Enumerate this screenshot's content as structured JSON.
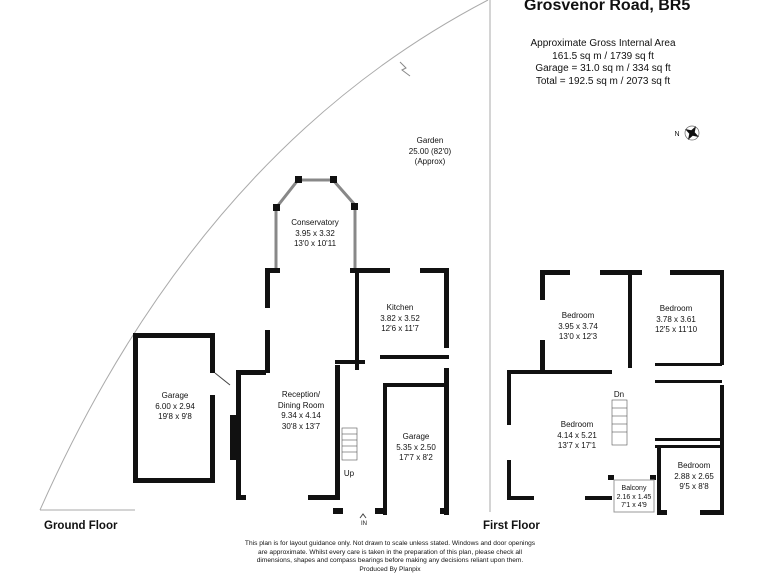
{
  "header": {
    "title": "Grosvenor Road, BR5",
    "area_lines": [
      "Approximate Gross Internal Area",
      "161.5 sq m / 1739 sq ft",
      "Garage = 31.0 sq m / 334 sq ft",
      "Total = 192.5 sq m / 2073 sq ft"
    ]
  },
  "compass": {
    "label": "N"
  },
  "garden": {
    "name": "Garden",
    "metric": "25.00 (82'0)",
    "note": "(Approx)"
  },
  "ground_floor": {
    "label": "Ground Floor",
    "rooms": [
      {
        "name": "Conservatory",
        "metric": "3.95 x 3.32",
        "imperial": "13'0 x 10'11"
      },
      {
        "name": "Kitchen",
        "metric": "3.82 x 3.52",
        "imperial": "12'6 x 11'7"
      },
      {
        "name": "Reception/",
        "name2": "Dining Room",
        "metric": "9.34 x 4.14",
        "imperial": "30'8 x 13'7"
      },
      {
        "name": "Garage",
        "metric": "5.35 x 2.50",
        "imperial": "17'7 x 8'2"
      },
      {
        "name": "Garage",
        "metric": "6.00 x 2.94",
        "imperial": "19'8 x 9'8"
      }
    ],
    "stairs_label": "Up",
    "entrance_label": "IN"
  },
  "first_floor": {
    "label": "First Floor",
    "rooms": [
      {
        "name": "Bedroom",
        "metric": "3.95 x 3.74",
        "imperial": "13'0 x 12'3"
      },
      {
        "name": "Bedroom",
        "metric": "3.78 x 3.61",
        "imperial": "12'5 x 11'10"
      },
      {
        "name": "Bedroom",
        "metric": "4.14 x 5.21",
        "imperial": "13'7 x 17'1"
      },
      {
        "name": "Bedroom",
        "metric": "2.88 x 2.65",
        "imperial": "9'5 x 8'8"
      },
      {
        "name": "Balcony",
        "metric": "2.16 x 1.45",
        "imperial": "7'1 x 4'9"
      }
    ],
    "stairs_label": "Dn"
  },
  "disclaimer": [
    "This plan is for layout guidance only. Not drawn to scale unless stated. Windows and door openings",
    "are approximate. Whilst every care is taken in the preparation of this plan, please check all",
    "dimensions, shapes and compass bearings before making any decisions reliant upon them.",
    "Produced By Planpix"
  ]
}
